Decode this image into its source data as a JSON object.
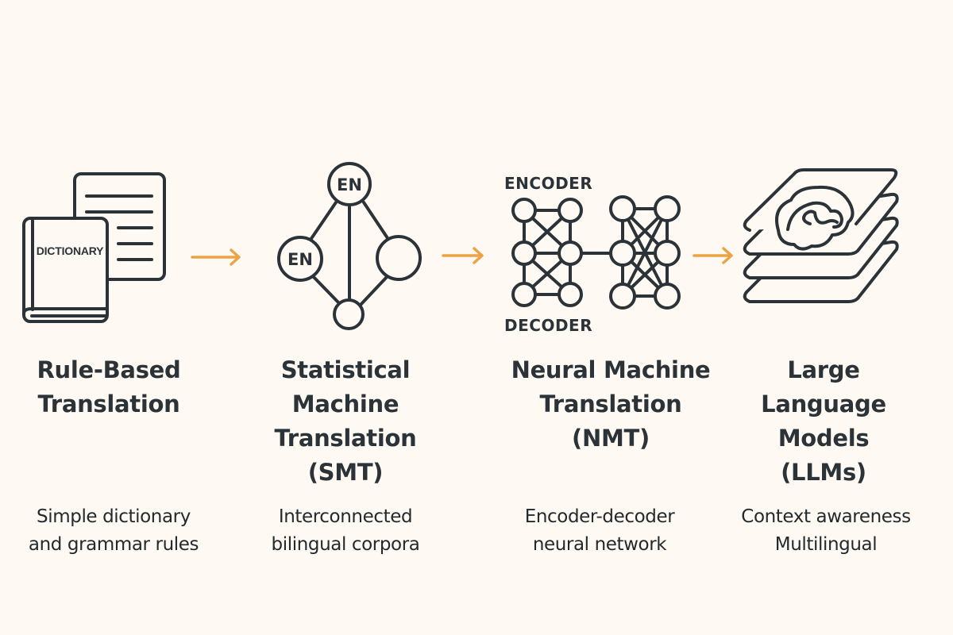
{
  "diagram": {
    "title": "",
    "colors": {
      "background": "#fefaf3",
      "ink": "#2c3338",
      "arrow": "#eba346"
    },
    "stages": [
      {
        "id": "rule-based",
        "icon": "dictionary-document-icon",
        "icon_label": "DICTIONARY",
        "title_lines": [
          "Rule-Based",
          "Translation"
        ],
        "desc_lines": [
          "Simple dictionary",
          "and grammar rules"
        ]
      },
      {
        "id": "smt",
        "icon": "network-graph-icon",
        "node_labels": [
          "EN",
          "EN"
        ],
        "title_lines": [
          "Statistical",
          "Machine",
          "Translation",
          "(SMT)"
        ],
        "desc_lines": [
          "Interconnected",
          "bilingual corpora"
        ]
      },
      {
        "id": "nmt",
        "icon": "encoder-decoder-network-icon",
        "encoder_label": "ENCODER",
        "decoder_label": "DECODER",
        "title_lines": [
          "Neural Machine",
          "Translation",
          "(NMT)"
        ],
        "desc_lines": [
          "Encoder-decoder",
          "neural network"
        ]
      },
      {
        "id": "llm",
        "icon": "brain-layers-icon",
        "title_lines": [
          "Large",
          "Language",
          "Models",
          "(LLMs)"
        ],
        "desc_lines": [
          "Context awareness",
          "Multilingual"
        ]
      }
    ],
    "connectors": [
      {
        "from": "rule-based",
        "to": "smt",
        "icon": "arrow-right-icon"
      },
      {
        "from": "smt",
        "to": "nmt",
        "icon": "arrow-right-icon"
      },
      {
        "from": "nmt",
        "to": "llm",
        "icon": "arrow-right-icon"
      }
    ]
  }
}
